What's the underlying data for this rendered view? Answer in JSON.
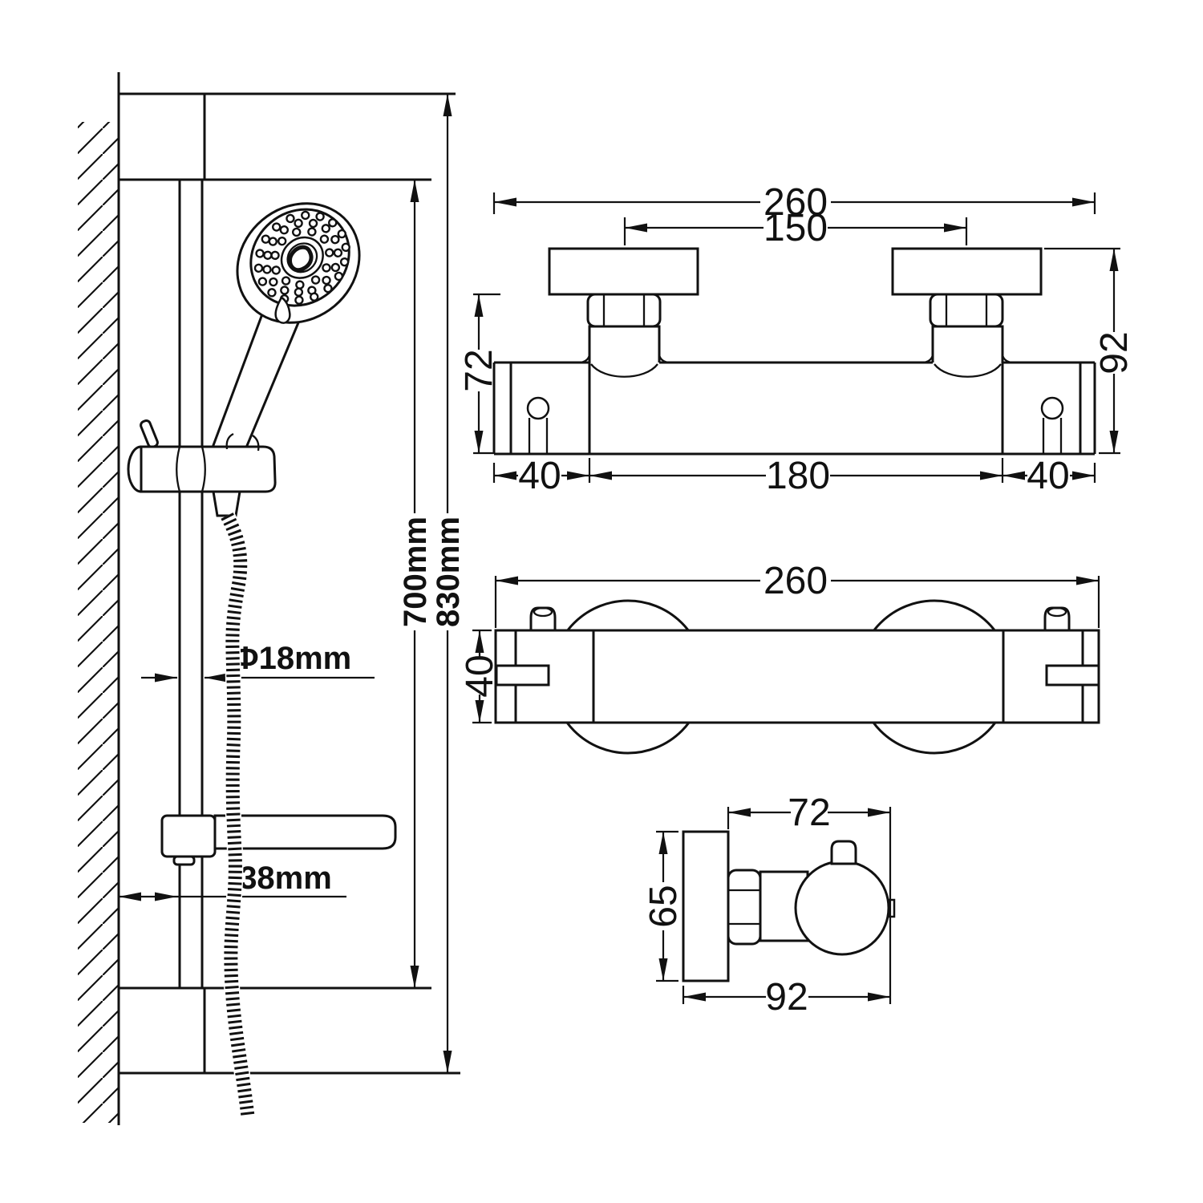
{
  "diagram": {
    "left_view": {
      "total_height": "830mm",
      "rail_length": "700mm",
      "rail_diameter": "Φ18mm",
      "wall_offset": "38mm"
    },
    "valve_front_view": {
      "overall_width": "260",
      "connection_centers": "150",
      "body_drop": "72",
      "overall_height": "92",
      "left_margin": "40",
      "connection_span": "180",
      "right_margin": "40"
    },
    "valve_top_view": {
      "overall_width": "260",
      "body_depth": "40"
    },
    "valve_side_view": {
      "body_depth": "72",
      "bracket_height": "65",
      "overall_depth": "92"
    }
  }
}
